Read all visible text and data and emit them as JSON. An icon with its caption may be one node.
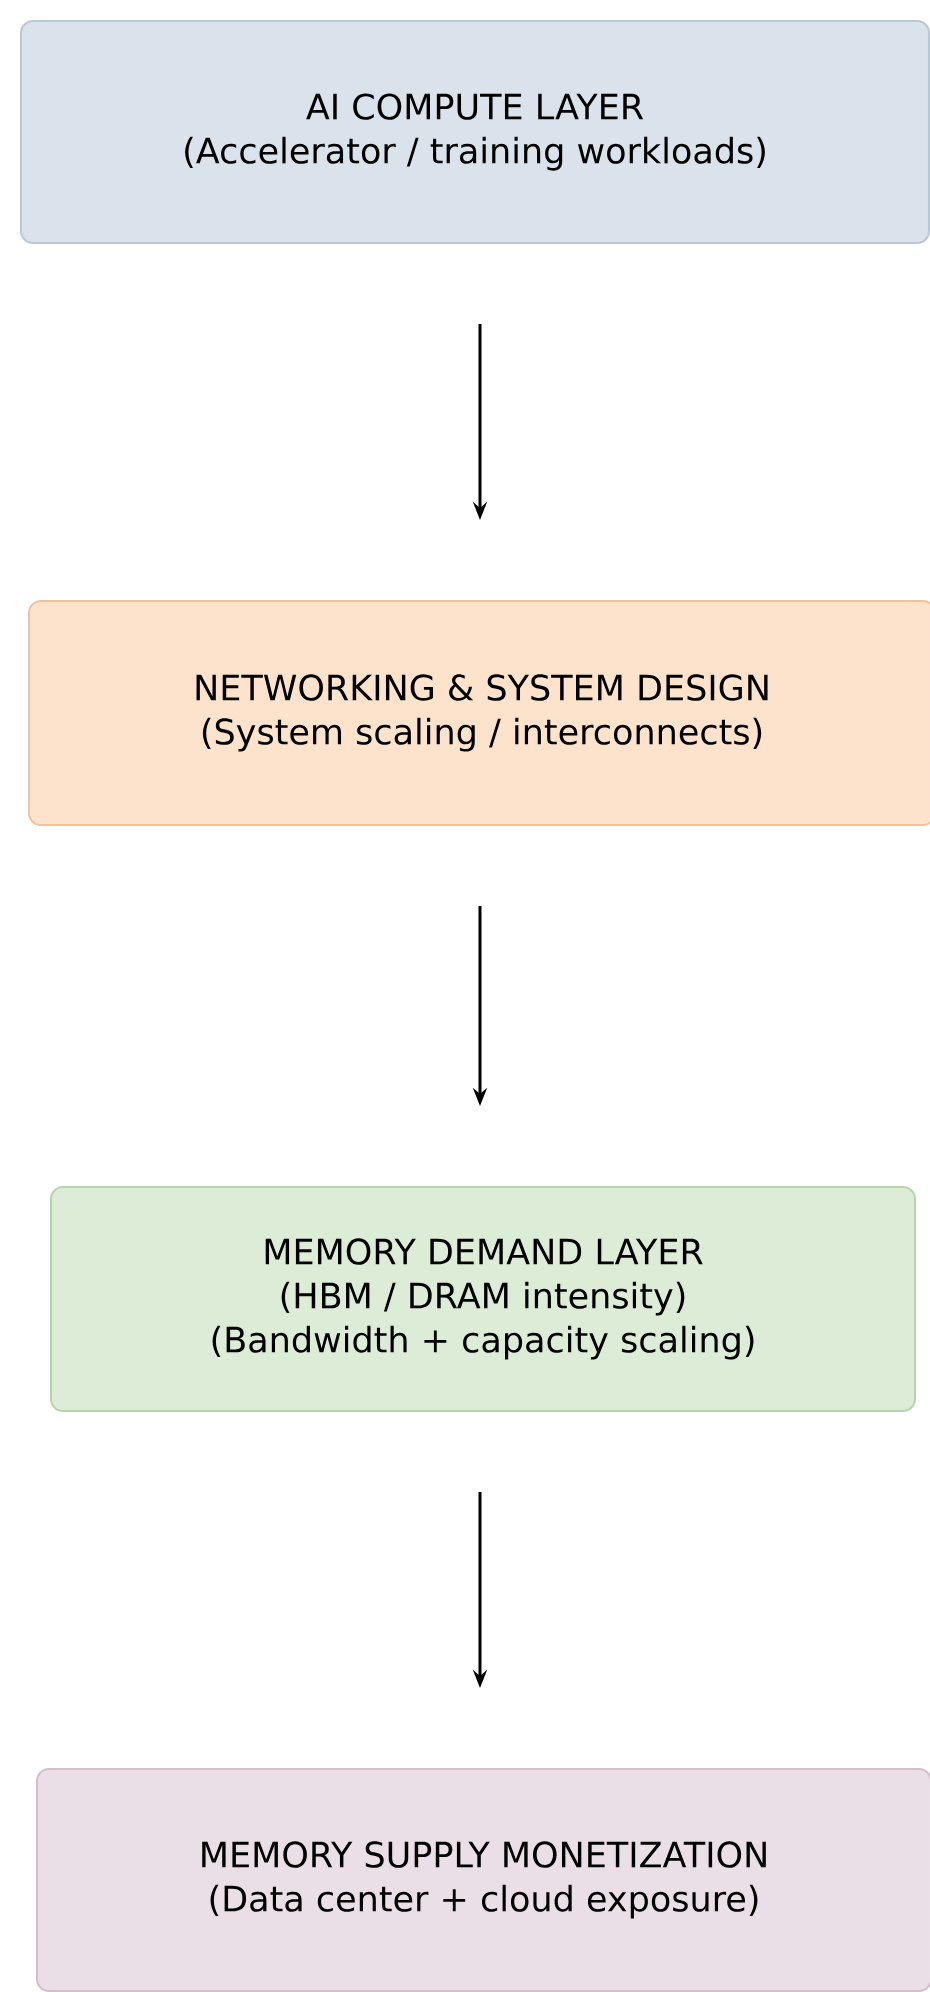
{
  "diagram": {
    "nodes": [
      {
        "text": [
          "AI COMPUTE LAYER",
          "(Accelerator / training workloads)"
        ]
      },
      {
        "text": [
          "NETWORKING & SYSTEM DESIGN",
          "(System scaling / interconnects)"
        ]
      },
      {
        "text": [
          "MEMORY DEMAND LAYER",
          "(HBM / DRAM intensity)",
          "(Bandwidth + capacity scaling)"
        ]
      },
      {
        "text": [
          "MEMORY SUPPLY MONETIZATION",
          "(Data center + cloud exposure)"
        ]
      }
    ],
    "edges": [
      {
        "from": 0,
        "to": 1,
        "arrow": "to"
      },
      {
        "from": 1,
        "to": 2,
        "arrow": "to"
      },
      {
        "from": 2,
        "to": 3,
        "arrow": "to"
      }
    ]
  }
}
